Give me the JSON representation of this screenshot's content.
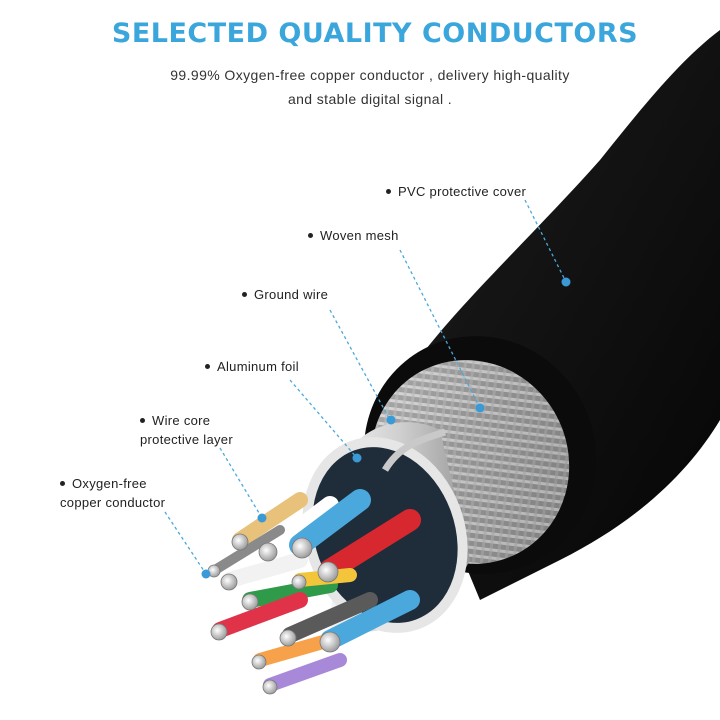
{
  "header": {
    "title": "SELECTED QUALITY CONDUCTORS",
    "subtitle_line1": "99.99% Oxygen-free copper conductor , delivery high-quality",
    "subtitle_line2": "and stable digital signal ."
  },
  "callouts": {
    "pvc": "PVC protective cover",
    "mesh": "Woven mesh",
    "ground": "Ground wire",
    "foil": "Aluminum foil",
    "core_line1": "Wire core",
    "core_line2": "protective layer",
    "copper_line1": "Oxygen-free",
    "copper_line2": "copper conductor"
  },
  "colors": {
    "title": "#3aa6dc",
    "leader": "#4aa8dc",
    "jacket": "#111111"
  }
}
